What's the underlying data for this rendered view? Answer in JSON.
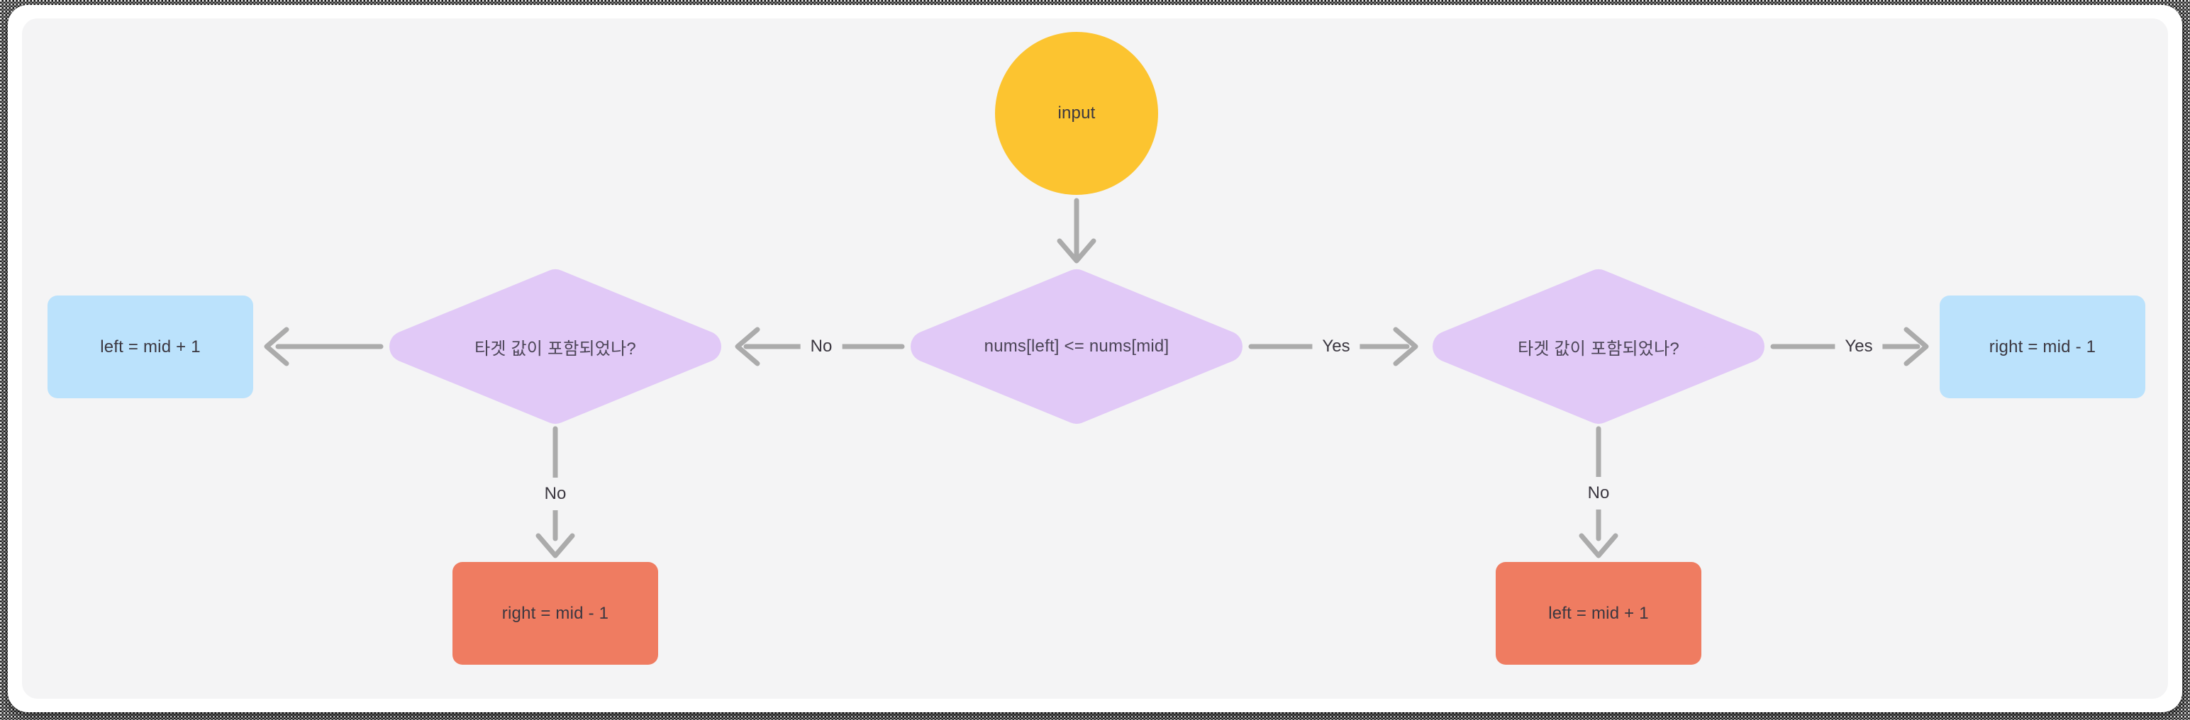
{
  "palette": {
    "card_bg": "#ffffff",
    "panel_bg": "#f4f4f5",
    "start_fill": "#fcc430",
    "decision_fill": "#e1c9f7",
    "result_blue_fill": "#bbe2fc",
    "result_orange_fill": "#ef7c61",
    "edge_color": "#ababab",
    "text_dark": "#3b3740",
    "text_decision": "#4b4456"
  },
  "flowchart": {
    "start": {
      "shape": "circle",
      "label": "input"
    },
    "decision_center": {
      "shape": "diamond",
      "label": "nums[left] <= nums[mid]"
    },
    "decision_left": {
      "shape": "diamond",
      "label": "타겟 값이 포함되었나?"
    },
    "decision_right": {
      "shape": "diamond",
      "label": "타겟 값이 포함되었나?"
    },
    "result_left_blue": {
      "shape": "rectangle",
      "label": "left = mid + 1"
    },
    "result_right_blue": {
      "shape": "rectangle",
      "label": "right = mid - 1"
    },
    "result_left_orange": {
      "shape": "rectangle",
      "label": "right = mid - 1"
    },
    "result_right_orange": {
      "shape": "rectangle",
      "label": "left = mid + 1"
    },
    "edge_labels": {
      "center_to_left": "No",
      "center_to_right": "Yes",
      "right_to_blue": "Yes",
      "left_to_orange": "No",
      "right_to_orange": "No"
    },
    "edges": [
      {
        "from": "start",
        "to": "decision_center",
        "label": ""
      },
      {
        "from": "decision_center",
        "to": "decision_left",
        "label": "No"
      },
      {
        "from": "decision_center",
        "to": "decision_right",
        "label": "Yes"
      },
      {
        "from": "decision_left",
        "to": "result_left_blue",
        "label": ""
      },
      {
        "from": "decision_left",
        "to": "result_left_orange",
        "label": "No"
      },
      {
        "from": "decision_right",
        "to": "result_right_blue",
        "label": "Yes"
      },
      {
        "from": "decision_right",
        "to": "result_right_orange",
        "label": "No"
      }
    ]
  }
}
